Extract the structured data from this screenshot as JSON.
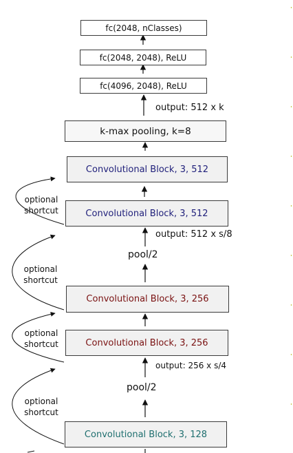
{
  "diagram": {
    "fc_layers": [
      "fc(2048, nClasses)",
      "fc(2048, 2048), ReLU",
      "fc(4096, 2048), ReLU"
    ],
    "kmax_label": "k-max pooling, k=8",
    "output_kmax": "output: 512 x k",
    "conv_blocks": [
      {
        "label": "Convolutional Block, 3, 512",
        "color": "#1f1f7a"
      },
      {
        "label": "Convolutional Block, 3, 512",
        "color": "#1f1f7a"
      },
      {
        "label": "Convolutional Block, 3, 256",
        "color": "#7a1212"
      },
      {
        "label": "Convolutional Block, 3, 256",
        "color": "#7a1212"
      },
      {
        "label": "Convolutional Block, 3, 128",
        "color": "#1f6f6f"
      }
    ],
    "output_s8": "output: 512 x s/8",
    "output_s4": "output: 256 x s/4",
    "pool_labels": [
      "pool/2",
      "pool/2"
    ],
    "shortcut_labels": [
      [
        "optional",
        "shortcut"
      ],
      [
        "optional",
        "shortcut"
      ],
      [
        "optional",
        "shortcut"
      ],
      [
        "optional",
        "shortcut"
      ]
    ],
    "edge_marker_color": "#c9c64a"
  }
}
